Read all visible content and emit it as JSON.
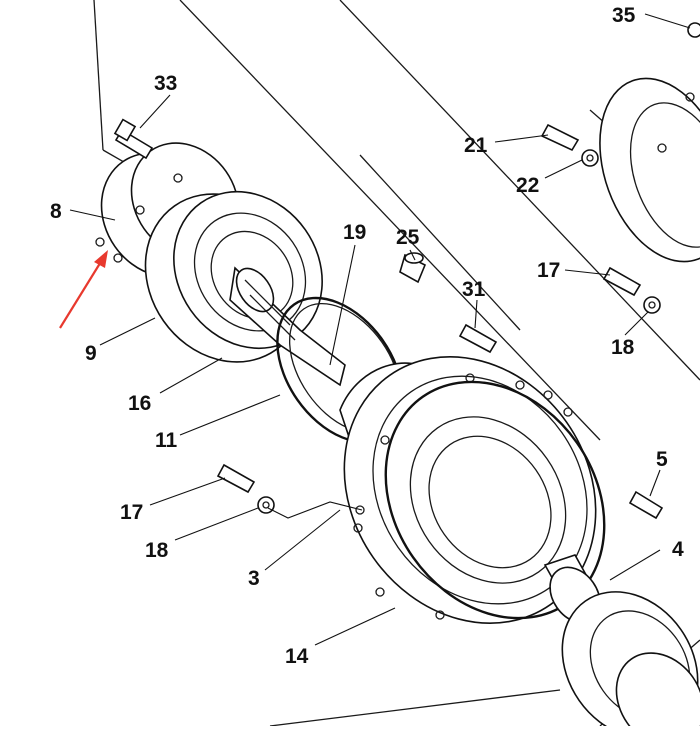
{
  "diagram": {
    "callouts": [
      "35",
      "33",
      "21",
      "22",
      "8",
      "25",
      "19",
      "17",
      "31",
      "18",
      "9",
      "16",
      "11",
      "5",
      "17",
      "18",
      "4",
      "3",
      "14"
    ],
    "accent_color": "#e8392e"
  }
}
